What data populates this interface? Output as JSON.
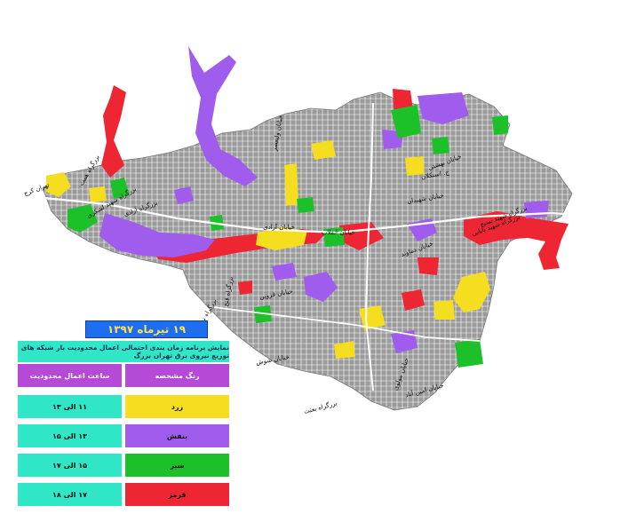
{
  "date": "۱۹ تیرماه ۱۳۹۷",
  "legend": {
    "title": "نمایش برنامه زمان بندی احتمالی اعمال محدودیت بار شبکه های توزیع نیروی برق تهران بزرگ",
    "color_header": "رنگ مشخصه",
    "hours_header": "ساعت اعمال محدودیت",
    "rows": [
      {
        "color_name": "زرد",
        "hours": "۱۱ الی ۱۳",
        "color": "#f5dd1f"
      },
      {
        "color_name": "بنفش",
        "hours": "۱۳ الی ۱۵",
        "color": "#a05ced"
      },
      {
        "color_name": "سبز",
        "hours": "۱۵ الی ۱۷",
        "color": "#1cc12a"
      },
      {
        "color_name": "قرمز",
        "hours": "۱۷ الی ۱۸",
        "color": "#ee2633"
      }
    ]
  },
  "map": {
    "colors": {
      "base": "#9a9a9a",
      "roads": "#ffffff",
      "yellow": "#f5dd1f",
      "purple": "#a05ced",
      "green": "#1cc12a",
      "red": "#ee2633"
    },
    "labels": [
      "بزرگراه همت",
      "تهران کرج",
      "بزرگراه شهید لشکری",
      "بزرگراه آزادی",
      "خیابان آزادی",
      "بزرگراه فتح",
      "خیابان قزوین",
      "خیابان ولیعصر",
      "بزرگراه شهید بابایی",
      "خیابان دماوند",
      "خیابان انقلاب",
      "بزرگراه نواب",
      "خیابان شوش",
      "بزرگراه بعثت",
      "خیابان امین آباد",
      "خیابان مولوی",
      "ج. استکلان",
      "خیابان شهیدان",
      "خیابان بهشتی",
      "بزرگراه شهید بسیج"
    ]
  }
}
